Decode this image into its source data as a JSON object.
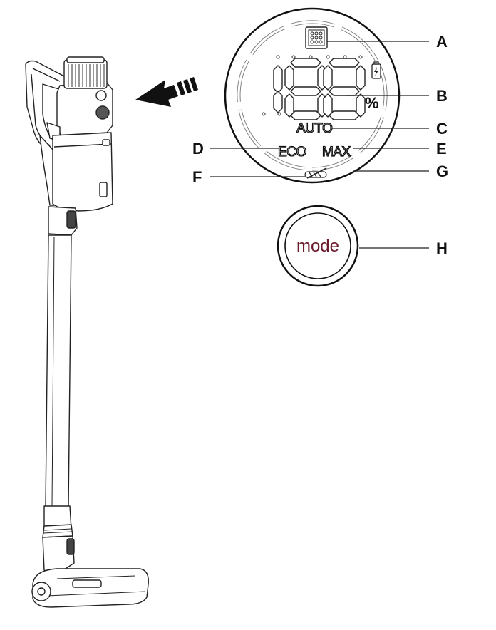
{
  "display": {
    "digits": "188",
    "percent_symbol": "%",
    "modes": {
      "auto": "AUTO",
      "eco": "ECO",
      "max": "MAX"
    },
    "mode_button_label": "mode",
    "mode_text_color": "#6b1a2a"
  },
  "callouts": {
    "a": "A",
    "b": "B",
    "c": "C",
    "d": "D",
    "e": "E",
    "f": "F",
    "g": "G",
    "h": "H"
  },
  "icons": [
    "filter-icon",
    "battery-charging-icon",
    "brush-roll-icon",
    "arrow-left-icon"
  ]
}
